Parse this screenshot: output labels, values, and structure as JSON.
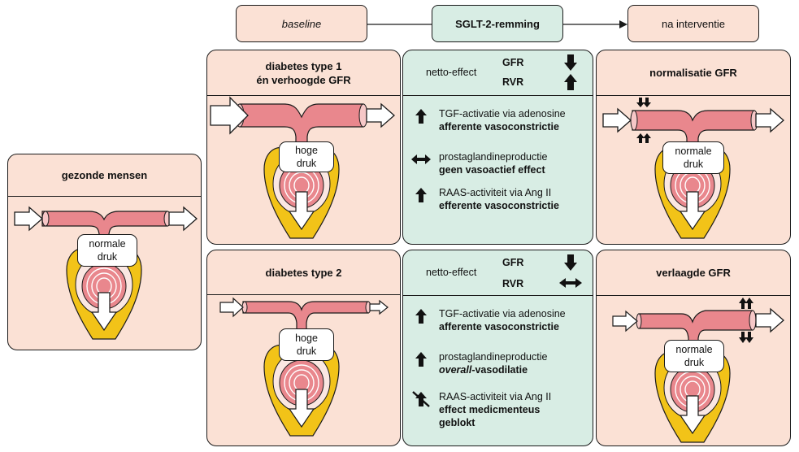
{
  "flow": {
    "baseline": "baseline",
    "sglt2": "SGLT-2-remming",
    "after": "na interventie"
  },
  "healthy": {
    "title": "gezonde mensen",
    "pressure_line1": "normale",
    "pressure_line2": "druk"
  },
  "dm1": {
    "title_line1": "diabetes type 1",
    "title_line2": "én verhoogde GFR",
    "pressure_line1": "hoge",
    "pressure_line2": "druk",
    "net_label": "netto-effect",
    "gfr_label": "GFR",
    "rvr_label": "RVR",
    "effects": [
      {
        "icon": "arrow-up-icon",
        "line1": "TGF-activatie via adenosine",
        "line2": "afferente vasoconstrictie"
      },
      {
        "icon": "double-arrow-horizontal-icon",
        "line1": "prostaglandineproductie",
        "line2": "geen vasoactief effect"
      },
      {
        "icon": "arrow-up-icon",
        "line1": "RAAS-activiteit via Ang II",
        "line2": "efferente vasoconstrictie"
      }
    ],
    "result_title": "normalisatie GFR",
    "result_pressure_line1": "normale",
    "result_pressure_line2": "druk"
  },
  "dm2": {
    "title": "diabetes type 2",
    "pressure_line1": "hoge",
    "pressure_line2": "druk",
    "net_label": "netto-effect",
    "gfr_label": "GFR",
    "rvr_label": "RVR",
    "effects": [
      {
        "icon": "arrow-up-icon",
        "line1": "TGF-activatie via adenosine",
        "line2": "afferente vasoconstrictie"
      },
      {
        "icon": "arrow-up-icon",
        "line1": "prostaglandineproductie",
        "line2a": "overall",
        "line2b": "-vasodilatie"
      },
      {
        "icon": "arrow-up-blocked-icon",
        "line1": "RAAS-activiteit via Ang II",
        "line2": "effect medicmenteus",
        "line3": "geblokt"
      }
    ],
    "result_title": "verlaagde GFR",
    "result_pressure_line1": "normale",
    "result_pressure_line2": "druk"
  }
}
